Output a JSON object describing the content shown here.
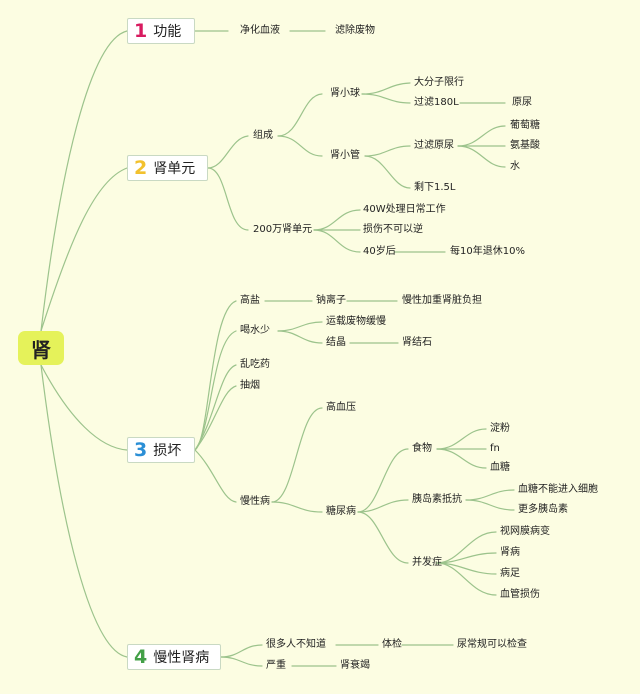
{
  "root": "肾",
  "colors": {
    "line": "#9cc38c",
    "n1": "#d81b60",
    "n2": "#f2c12e",
    "n3": "#2b8fd6",
    "n4": "#43a047"
  },
  "sections": [
    {
      "num": "1",
      "label": "功能"
    },
    {
      "num": "2",
      "label": "肾单元"
    },
    {
      "num": "3",
      "label": "损坏"
    },
    {
      "num": "4",
      "label": "慢性肾病"
    }
  ],
  "nodes": {
    "jinghua": "净化血液",
    "lvchu": "滤除废物",
    "zucheng": "组成",
    "shenxiaoqiu": "肾小球",
    "dafenzi": "大分子限行",
    "guolv180": "过滤180L",
    "yuanniao": "原尿",
    "shenxiaoguan": "肾小管",
    "guolvyuanniao": "过滤原尿",
    "putaotang": "葡萄糖",
    "anjisuan": "氨基酸",
    "shui": "水",
    "shengxia": "剩下1.5L",
    "wan200": "200万肾单元",
    "w40": "40W处理日常工作",
    "sunshang": "损伤不可以逆",
    "sui40": "40岁后",
    "tuixiu": "每10年退休10%",
    "gaoyan": "高盐",
    "nalizi": "钠离子",
    "manxing_jiazhong": "慢性加重肾脏负担",
    "heshuishao": "喝水少",
    "yunzai": "运载废物缓慢",
    "jiejing": "结晶",
    "shenjieshi": "肾结石",
    "luanchiyao": "乱吃药",
    "chouyan": "抽烟",
    "manxingbing": "慢性病",
    "gaoxueya": "高血压",
    "tangniaobing": "糖尿病",
    "shiwu": "食物",
    "dianfen": "淀粉",
    "fn": "fn",
    "xuetang": "血糖",
    "yidaosu": "胰岛素抵抗",
    "xuetang_bu": "血糖不能进入细胞",
    "gengduo": "更多胰岛素",
    "bingfa": "并发症",
    "shiwangmo": "视网膜病变",
    "shenbing": "肾病",
    "bingzu": "病足",
    "xueguan": "血管损伤",
    "henduo": "很多人不知道",
    "tijian": "体检",
    "niaochanggui": "尿常规可以检查",
    "yanzhong": "严重",
    "shenshuaijie": "肾衰竭"
  }
}
